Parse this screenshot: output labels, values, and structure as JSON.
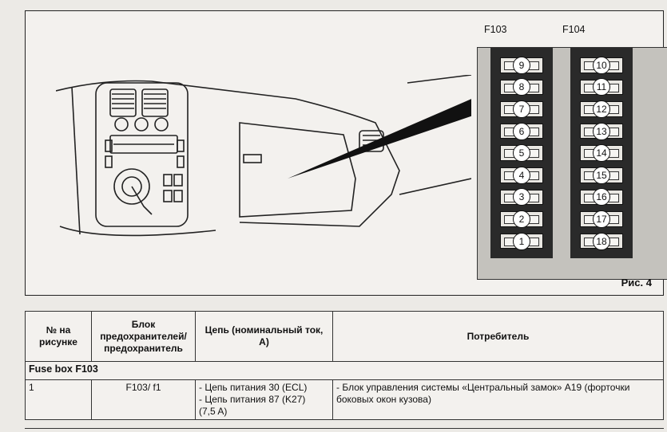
{
  "figure": {
    "label_left": "F103",
    "label_right": "F104",
    "fuses_left": [
      "9",
      "8",
      "7",
      "6",
      "5",
      "4",
      "3",
      "2",
      "1"
    ],
    "fuses_right": [
      "10",
      "11",
      "12",
      "13",
      "14",
      "15",
      "16",
      "17",
      "18"
    ],
    "caption": "Рис. 4"
  },
  "table": {
    "headers": [
      "№ на рисунке",
      "Блок предохранителей/ предохранитель",
      "Цепь (номинальный ток, А)",
      "Потребитель"
    ],
    "section": "Fuse box F103",
    "rows": [
      {
        "num": "1",
        "fuse": "F103/ f1",
        "circuit_line1": "- Цепь питания 30 (ECL)",
        "circuit_line2": "- Цепь питания 87 (K27)",
        "circuit_line3": "(7,5 A)",
        "consumer": "- Блок управления системы «Центральный замок» A19 (форточки боковых окон кузова)"
      }
    ]
  }
}
